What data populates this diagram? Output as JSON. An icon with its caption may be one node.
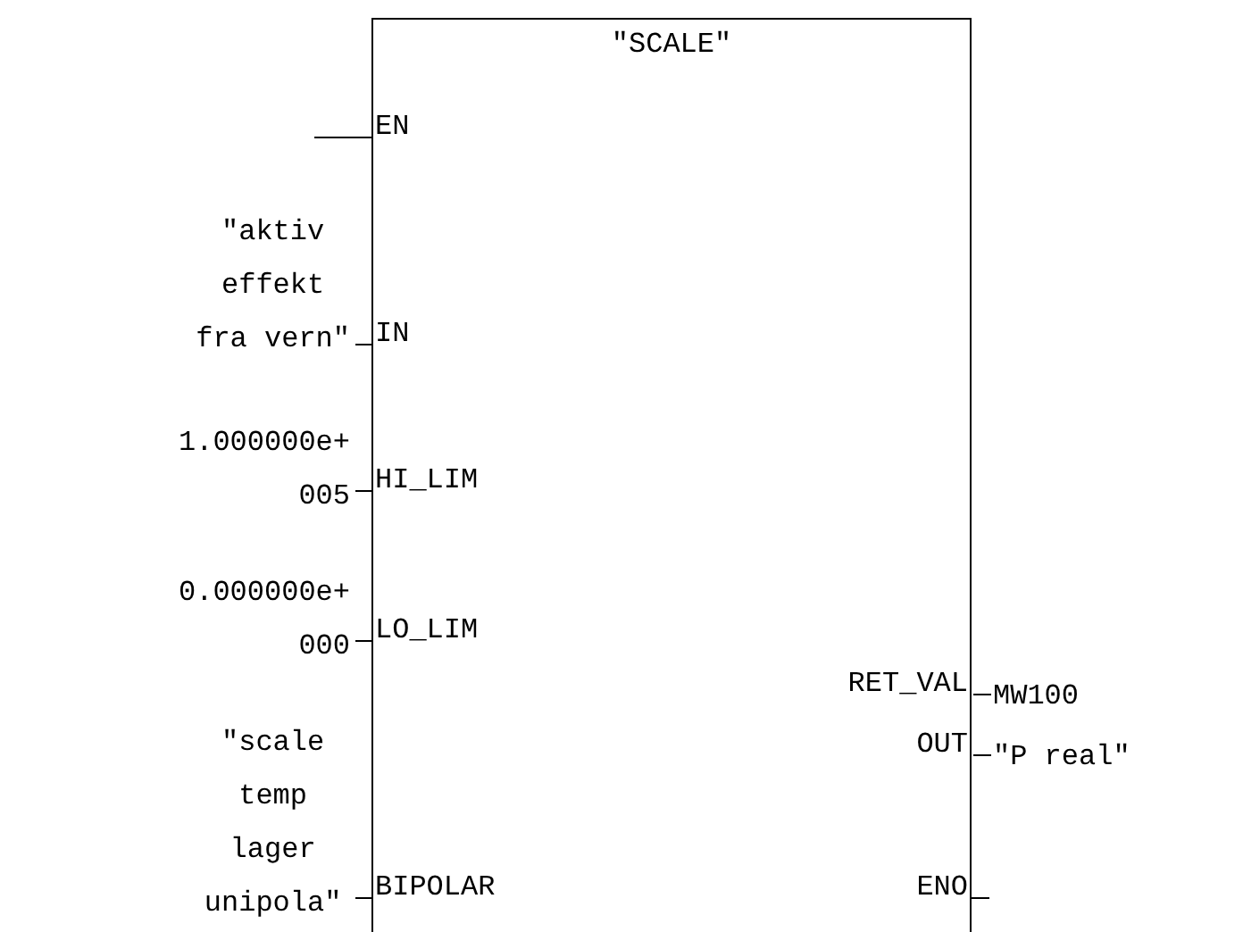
{
  "diagram": {
    "nodes": [
      {
        "text": [
          "\"SCALE\""
        ]
      },
      {
        "text": [
          "EN"
        ],
        "in": 0
      },
      {
        "text": [
          "IN"
        ],
        "in": 0
      },
      {
        "text": [
          "HI_LIM"
        ],
        "in": 0
      },
      {
        "text": [
          "LO_LIM"
        ],
        "in": 0
      },
      {
        "text": [
          "BIPOLAR"
        ],
        "in": 0
      },
      {
        "text": [
          "RET_VAL"
        ],
        "in": 0
      },
      {
        "text": [
          "OUT"
        ],
        "in": 0
      },
      {
        "text": [
          "ENO"
        ],
        "in": 0
      },
      {
        "text": [
          "\"aktiv effekt fra vern\""
        ]
      },
      {
        "text": [
          "1.000000e+ 005"
        ]
      },
      {
        "text": [
          "0.000000e+ 000"
        ]
      },
      {
        "text": [
          "\"scale temp lager unipola\""
        ]
      },
      {
        "text": [
          "MW100"
        ]
      },
      {
        "text": [
          "\"P real\""
        ]
      }
    ],
    "edges": [
      {
        "from": null,
        "to": 1,
        "arrow": "none"
      },
      {
        "from": 9,
        "to": 2,
        "arrow": "none"
      },
      {
        "from": 10,
        "to": 3,
        "arrow": "none"
      },
      {
        "from": 11,
        "to": 4,
        "arrow": "none"
      },
      {
        "from": 12,
        "to": 5,
        "arrow": "none"
      },
      {
        "from": 6,
        "to": 13,
        "arrow": "none"
      },
      {
        "from": 7,
        "to": 14,
        "arrow": "none"
      },
      {
        "from": 8,
        "to": null,
        "arrow": "none"
      }
    ]
  }
}
